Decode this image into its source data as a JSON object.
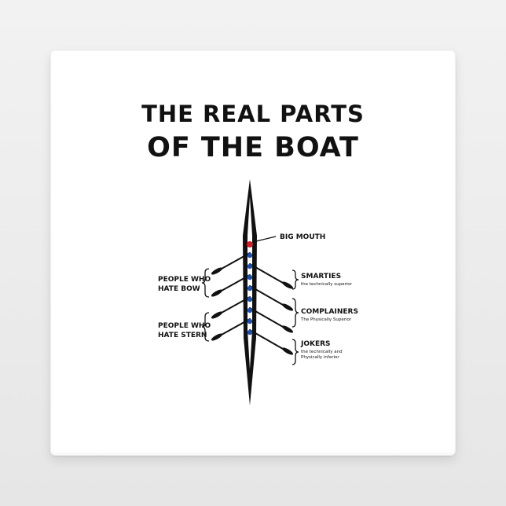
{
  "title": {
    "line1": "THE REAL PARTS",
    "line2": "OF THE BOAT"
  },
  "labels": {
    "big_mouth": "BIG MOUTH",
    "hate_bow_1": "PEOPLE WHO",
    "hate_bow_2": "HATE BOW",
    "hate_stern_1": "PEOPLE WHO",
    "hate_stern_2": "HATE STERN",
    "smarties": "SMARTIES",
    "smarties_sub": "the technically superior",
    "complainers": "COMPLAINERS",
    "complainers_sub": "The Physically Superior",
    "jokers": "JOKERS",
    "jokers_sub_1": "the technically and",
    "jokers_sub_2": "Physically inferior"
  },
  "colors": {
    "coxswain_seat": "#d0202a",
    "rower_seat": "#1f4fa8",
    "hull": "#111111"
  }
}
